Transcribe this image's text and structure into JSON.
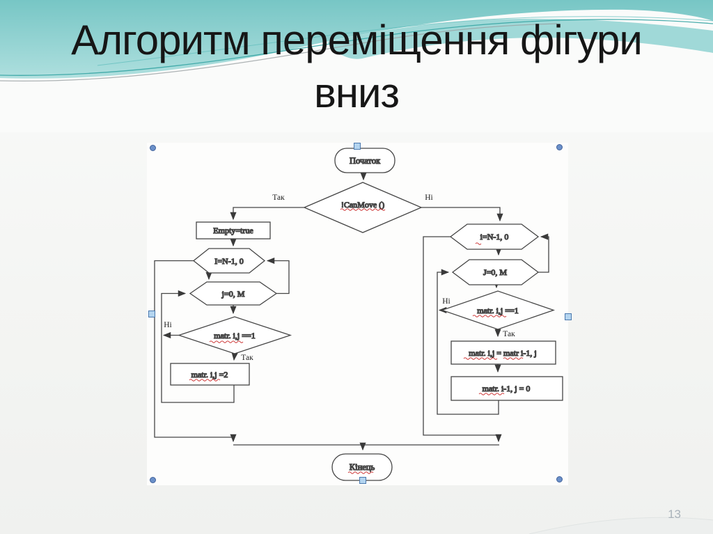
{
  "slide": {
    "title": {
      "line1": "Алгоритм переміщення фігури",
      "line2": "вниз"
    },
    "page_number": "13"
  },
  "flowchart": {
    "start": "Початок",
    "decision_main": "!CanMove ()",
    "label_yes": "Так",
    "label_no": "Ні",
    "left_branch": {
      "assign_empty": "Empty=true",
      "loop_outer": "I=N-1, 0",
      "loop_inner": "j=0, M",
      "condition": "matr. i,j ==1",
      "label_no": "Ні",
      "label_yes": "Так",
      "assign": "matr. i,j =2"
    },
    "right_branch": {
      "loop_outer": "i=N-1, 0",
      "loop_inner": "J=0, M",
      "condition": "matr. i,j ==1",
      "label_no": "Ні",
      "label_yes": "Так",
      "assign_copy": "matr. i,j = matr  i-1, j",
      "assign_clear": "matr. i-1, j = 0"
    },
    "end": "Кінець"
  },
  "colors": {
    "header_teal_dark": "#77c6c5",
    "header_teal_light": "#e2f3f2",
    "accent_line_teal": "#37a5a4",
    "accent_line_gray": "#9aa0a3",
    "flow_stroke": "#454545",
    "spellcheck_red": "#c00000",
    "handle_fill": "#b3d4ef",
    "handle_border": "#4a78ae",
    "page_number_gray": "#a9b2ba"
  }
}
